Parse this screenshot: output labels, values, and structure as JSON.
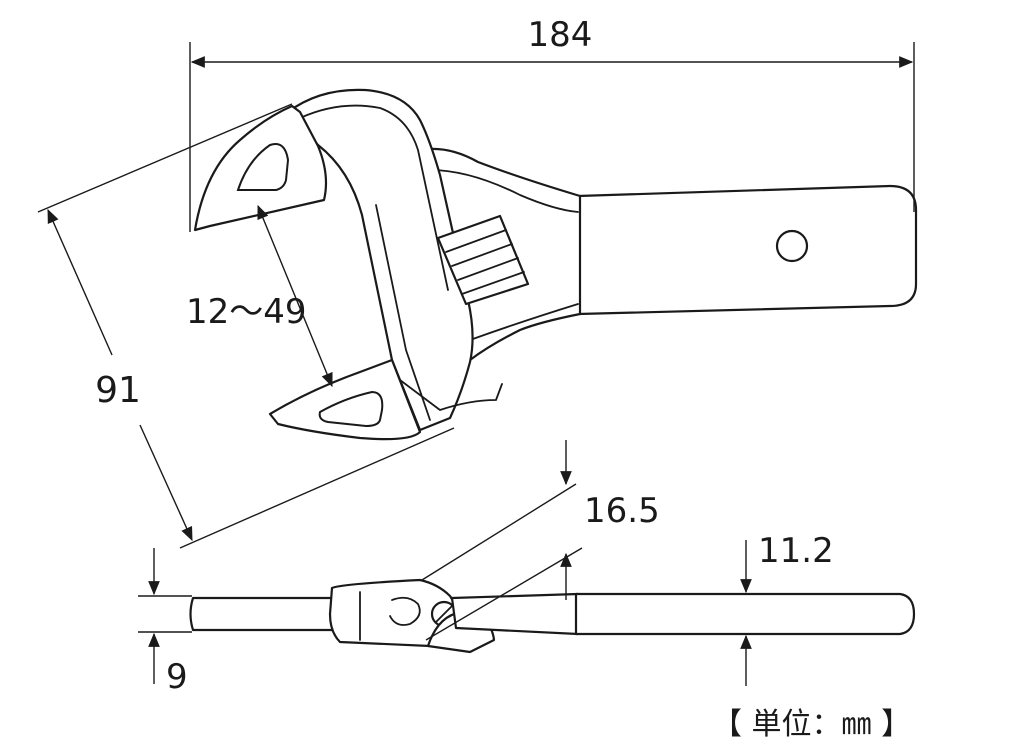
{
  "dimensions": {
    "overall_length": "184",
    "head_width": "91",
    "jaw_opening": "12〜49",
    "head_thickness": "16.5",
    "handle_thickness": "11.2",
    "jaw_thickness": "9"
  },
  "unit_label": "【 単位：㎜ 】",
  "colors": {
    "line": "#1a1a1a",
    "background": "#ffffff"
  }
}
